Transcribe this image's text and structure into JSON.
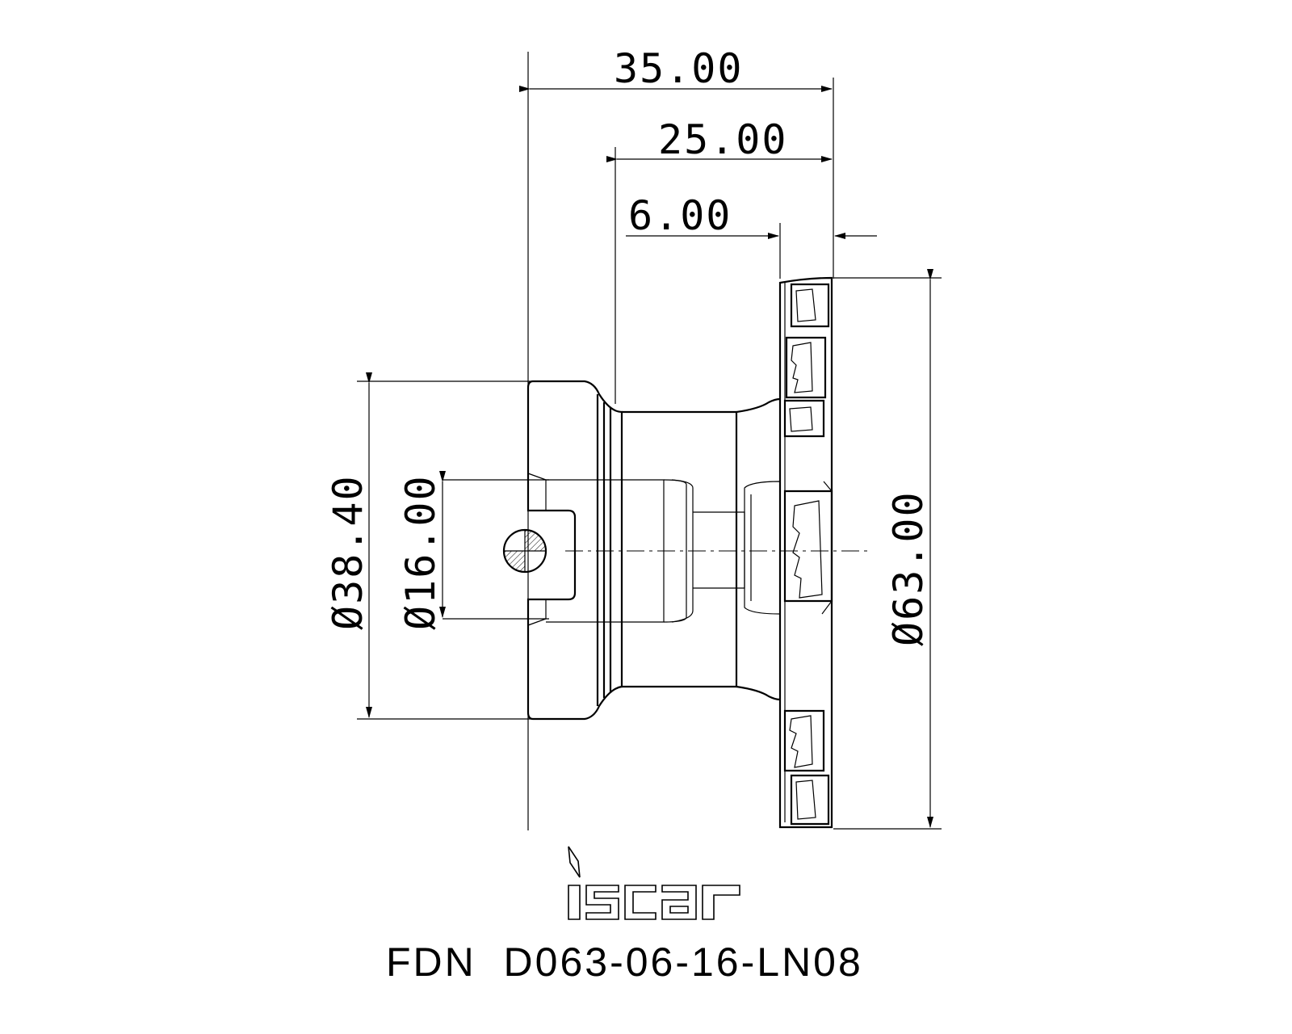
{
  "dimensions": {
    "overall_length": "35.00",
    "body_length": "25.00",
    "flange_thickness": "6.00",
    "shank_diameter": "Ø38.40",
    "bore_diameter": "Ø16.00",
    "cutting_diameter": "Ø63.00"
  },
  "brand": {
    "logo_text": "iscar"
  },
  "model": {
    "code": "FDN  D063-06-16-LN08"
  },
  "colors": {
    "line": "#000000",
    "background": "#ffffff"
  }
}
